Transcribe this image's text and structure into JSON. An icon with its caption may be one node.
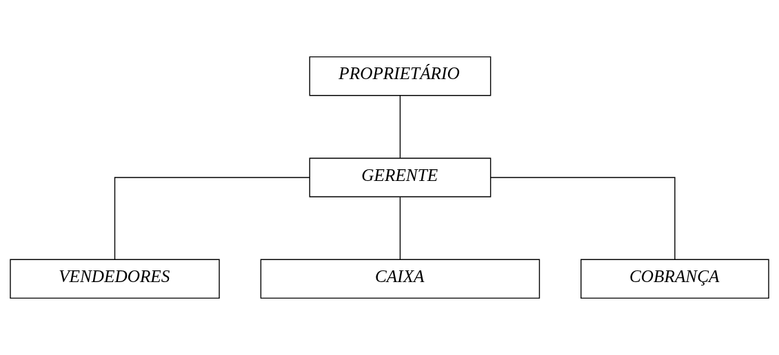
{
  "diagram": {
    "nodes": [
      {
        "text": [
          "PROPRIETÁRIO"
        ]
      },
      {
        "text": [
          "GERENTE"
        ]
      },
      {
        "text": [
          "VENDEDORES"
        ]
      },
      {
        "text": [
          "CAIXA"
        ]
      },
      {
        "text": [
          "COBRANÇA"
        ]
      }
    ],
    "edges": [
      {
        "from": 0,
        "to": 1,
        "arrow": "none"
      },
      {
        "from": 1,
        "to": 2,
        "arrow": "none"
      },
      {
        "from": 1,
        "to": 3,
        "arrow": "none"
      },
      {
        "from": 1,
        "to": 4,
        "arrow": "none"
      }
    ]
  }
}
